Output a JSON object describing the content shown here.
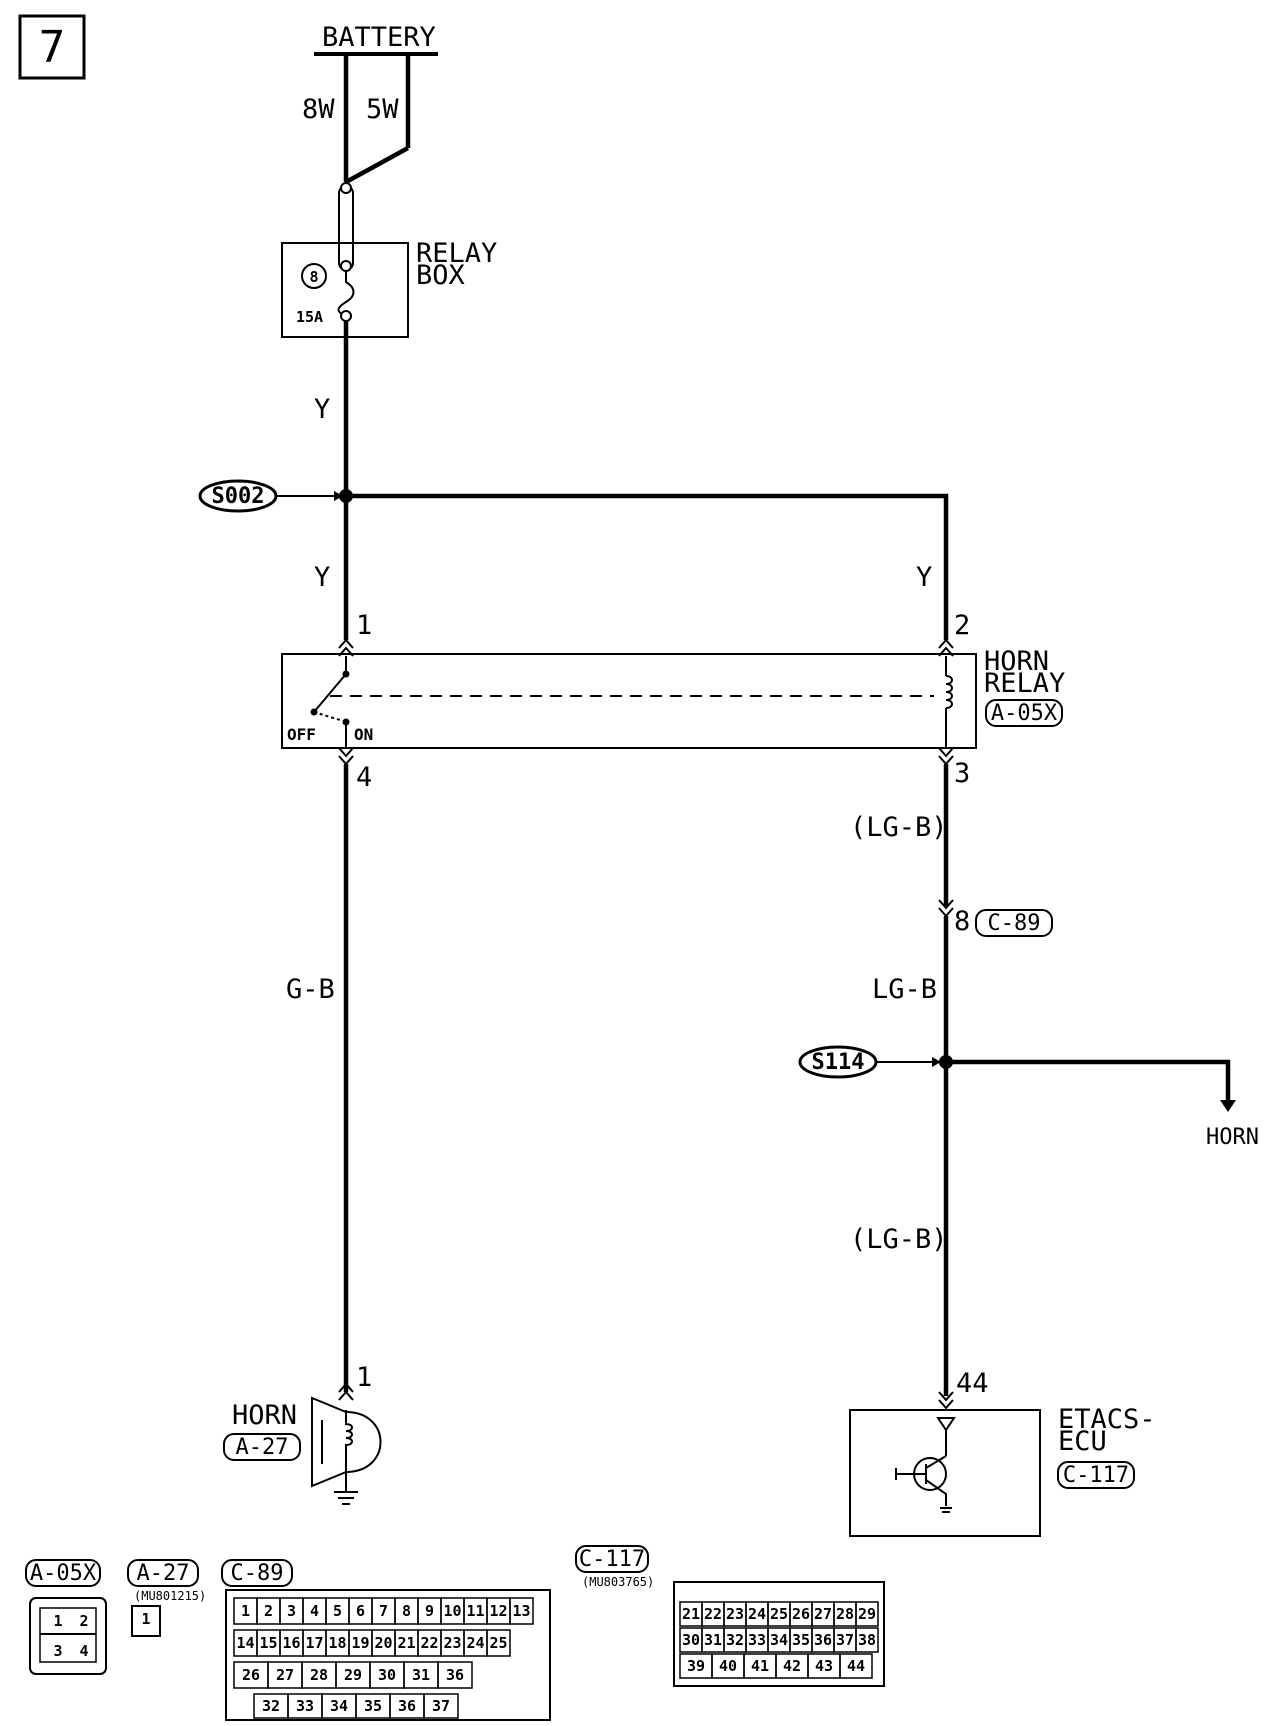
{
  "page_number": "7",
  "battery": {
    "label": "BATTERY",
    "wire_left": "8W",
    "wire_right": "5W"
  },
  "relay_box": {
    "label_line1": "RELAY",
    "label_line2": "BOX",
    "fuse_number": "8",
    "fuse_rating": "15A"
  },
  "wires": {
    "y_top": "Y",
    "y_left": "Y",
    "y_right": "Y",
    "lgb_upper": "(LG-B)",
    "lgb_mid": "LG-B",
    "lgb_lower": "(LG-B)",
    "gb": "G-B"
  },
  "splices": {
    "s002": "S002",
    "s114": "S114"
  },
  "horn_relay": {
    "label_line1": "HORN",
    "label_line2": "RELAY",
    "connector": "A-05X",
    "pin1": "1",
    "pin2": "2",
    "pin3": "3",
    "pin4": "4",
    "off": "OFF",
    "on": "ON"
  },
  "junction": {
    "pin": "8",
    "connector": "C-89"
  },
  "horn_branch": {
    "label": "HORN"
  },
  "horn": {
    "label": "HORN",
    "connector": "A-27",
    "pin": "1"
  },
  "ecu": {
    "label_line1": "ETACS-",
    "label_line2": "ECU",
    "connector": "C-117",
    "pin": "44"
  },
  "connector_views": {
    "a05x": {
      "title": "A-05X",
      "pins": [
        "1",
        "2",
        "3",
        "4"
      ]
    },
    "a27": {
      "title": "A-27",
      "part": "(MU801215)",
      "pins": [
        "1"
      ]
    },
    "c89": {
      "title": "C-89",
      "row1": [
        "1",
        "2",
        "3",
        "4",
        "5",
        "6",
        "7",
        "8",
        "9",
        "10",
        "11",
        "12",
        "13"
      ],
      "row2": [
        "14",
        "15",
        "16",
        "17",
        "18",
        "19",
        "20",
        "21",
        "22",
        "23",
        "24",
        "25"
      ],
      "row3": [
        "26",
        "27",
        "28",
        "29",
        "30",
        "31",
        "36"
      ],
      "row4": [
        "32",
        "33",
        "34",
        "35",
        "36",
        "37"
      ]
    },
    "c117": {
      "title": "C-117",
      "part": "(MU803765)",
      "row1": [
        "21",
        "22",
        "23",
        "24",
        "25",
        "26",
        "27",
        "28",
        "29"
      ],
      "row2": [
        "30",
        "31",
        "32",
        "33",
        "34",
        "35",
        "36",
        "37",
        "38"
      ],
      "row3": [
        "39",
        "40",
        "41",
        "42",
        "43",
        "44"
      ]
    }
  }
}
